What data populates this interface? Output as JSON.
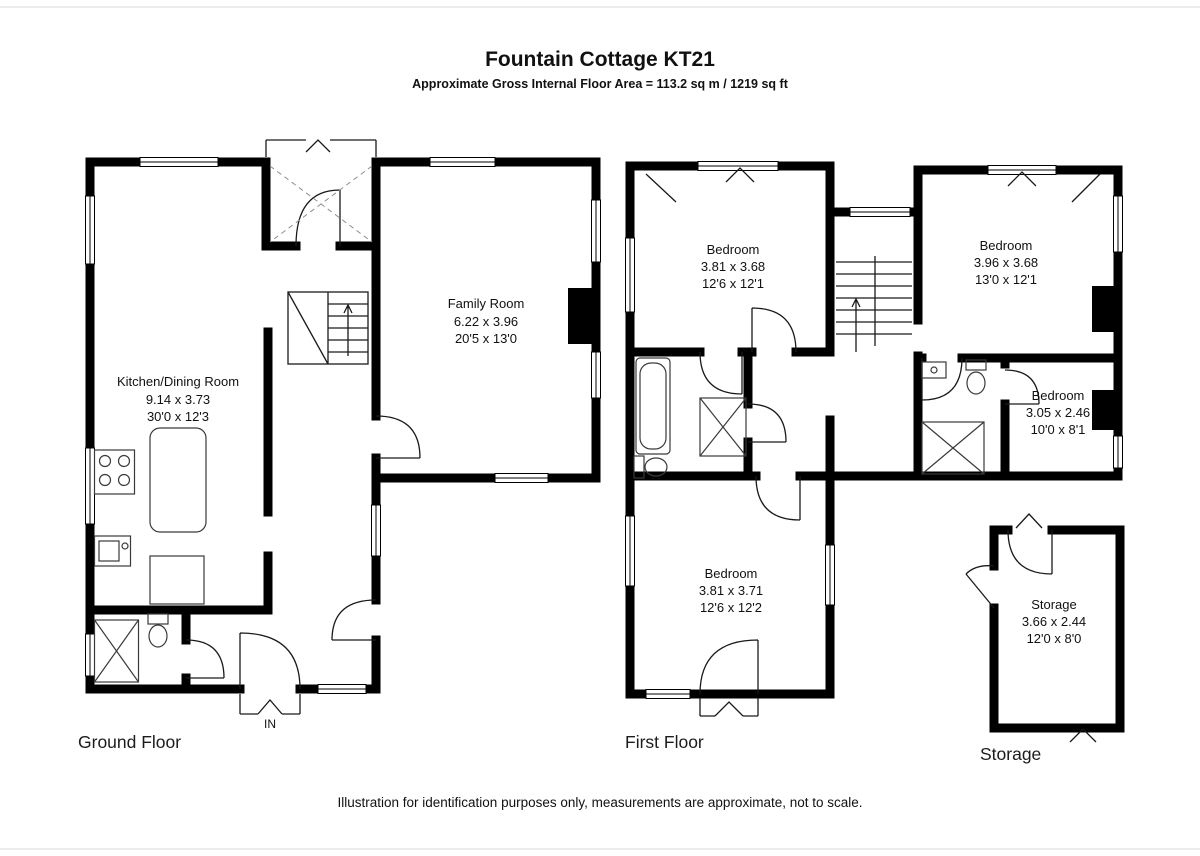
{
  "header": {
    "title": "Fountain Cottage KT21",
    "subtitle": "Approximate Gross Internal Floor Area  = 113.2 sq m  / 1219 sq ft"
  },
  "ground_floor": {
    "label": "Ground Floor",
    "entrance_label": "IN",
    "rooms": [
      {
        "name": "Kitchen/Dining Room",
        "metric": "9.14 x 3.73",
        "imperial": "30'0 x 12'3"
      },
      {
        "name": "Family Room",
        "metric": "6.22 x 3.96",
        "imperial": "20'5 x 13'0"
      }
    ]
  },
  "first_floor": {
    "label": "First Floor",
    "rooms": [
      {
        "name": "Bedroom",
        "metric": "3.81 x 3.68",
        "imperial": "12'6 x 12'1"
      },
      {
        "name": "Bedroom",
        "metric": "3.96 x 3.68",
        "imperial": "13'0 x 12'1"
      },
      {
        "name": "Bedroom",
        "metric": "3.05 x 2.46",
        "imperial": "10'0 x 8'1"
      },
      {
        "name": "Bedroom",
        "metric": "3.81 x 3.71",
        "imperial": "12'6 x 12'2"
      }
    ]
  },
  "storage": {
    "label": "Storage",
    "room": {
      "name": "Storage",
      "metric": "3.66 x 2.44",
      "imperial": "12'0 x 8'0"
    }
  },
  "footer": {
    "disclaimer": "Illustration for identification purposes only, measurements are approximate, not to scale."
  },
  "colors": {
    "walls": "#000000",
    "background": "#ffffff"
  }
}
